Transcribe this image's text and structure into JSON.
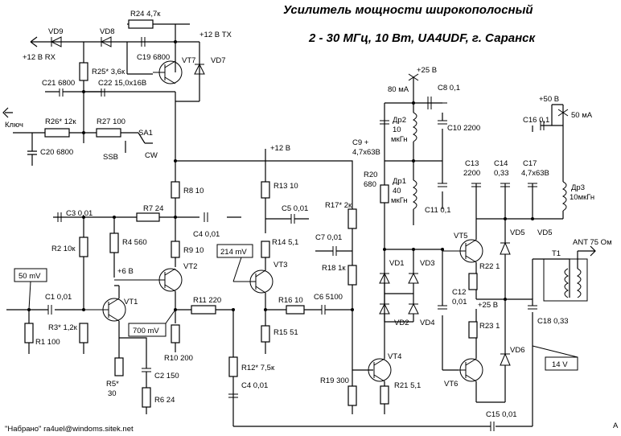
{
  "title": {
    "line1": "Усилитель мощности широкополосный",
    "line2": "2 - 30 МГц,  10 Вт,  UA4UDF, г. Саранск"
  },
  "footer": {
    "credit": "\"Набрано\"  ra4uel@windoms.sitek.net",
    "corner": "A"
  },
  "power": {
    "rx": "+12 В RX",
    "tx": "+12 В TX",
    "v12": "+12 В",
    "v25": "+25 В",
    "v50": "+50 В",
    "v25b": "+25 В",
    "v6": "+6 В",
    "i80": "80 мА",
    "i50": "50 мА"
  },
  "io": {
    "key": "Ключ",
    "ssb": "SSB",
    "cw": "CW",
    "sa1": "SA1",
    "ant": "ANT 75 Ом",
    "t1": "T1"
  },
  "measurements": {
    "m50": "50 mV",
    "m700": "700 mV",
    "m214": "214 mV",
    "m14": "14 V"
  },
  "components": {
    "r24": "R24  4,7к",
    "vd9": "VD9",
    "vd8": "VD8",
    "c19": "C19  6800",
    "vt7": "VT7",
    "vd7": "VD7",
    "r25": "R25* 3,6к",
    "c21": "C21  6800",
    "c22": "C22  15,0х16В",
    "r26": "R26*  12к",
    "r27": "R27   100",
    "c20": "C20  6800",
    "r8": "R8  10",
    "r13": "R13  10",
    "r7": "R7  24",
    "c3": "C3  0,01",
    "c4a": "C4  0,01",
    "r9": "R9  10",
    "r4": "R4  560",
    "r2": "R2  10к",
    "vt2": "VT2",
    "c5": "C5  0,01",
    "r14": "R14  5,1",
    "vt3": "VT3",
    "c1": "C1  0,01",
    "vt1": "VT1",
    "r3": "R3*  1,2к",
    "r1": "R1  100",
    "r11": "R11  220",
    "r10": "R10  200",
    "r16": "R16  10",
    "c6": "C6  5100",
    "r15": "R15  51",
    "r5": "R5*",
    "r5v": "30",
    "c2": "C2  150",
    "r6": "R6  24",
    "r12": "R12*  7,5к",
    "c4b": "C4  0,01",
    "r17": "R17*  2к",
    "c7": "C7  0,01",
    "r18": "R18  1к",
    "r19": "R19  300",
    "vt4": "VT4",
    "r21": "R21  5,1",
    "c8": "C8  0,1",
    "dr2a": "Др2",
    "dr2b": "10",
    "dr2c": "мкГн",
    "c10": "C10  2200",
    "c9a": "C9 +",
    "c9b": "4,7х63В",
    "r20a": "R20",
    "r20b": "680",
    "dr1a": "Др1",
    "dr1b": "40",
    "dr1c": "мкГн",
    "c11": "C11  0,1",
    "vd1": "VD1",
    "vd3": "VD3",
    "vd2": "VD2",
    "vd4": "VD4",
    "c13a": "C13",
    "c13b": "2200",
    "c14a": "C14",
    "c14b": "0,33",
    "c17a": "C17",
    "c17b": "4,7х63В",
    "dr3a": "Др3",
    "dr3b": "10мкГн",
    "c16": "C16  0,1",
    "vt5": "VT5",
    "vd5a": "VD5",
    "vd5b": "VD5",
    "r22": "R22  1",
    "c12a": "C12",
    "c12b": "0,01",
    "r23": "R23  1",
    "vt6": "VT6",
    "vd6": "VD6",
    "c18": "C18  0,33",
    "c15": "C15  0,01"
  }
}
